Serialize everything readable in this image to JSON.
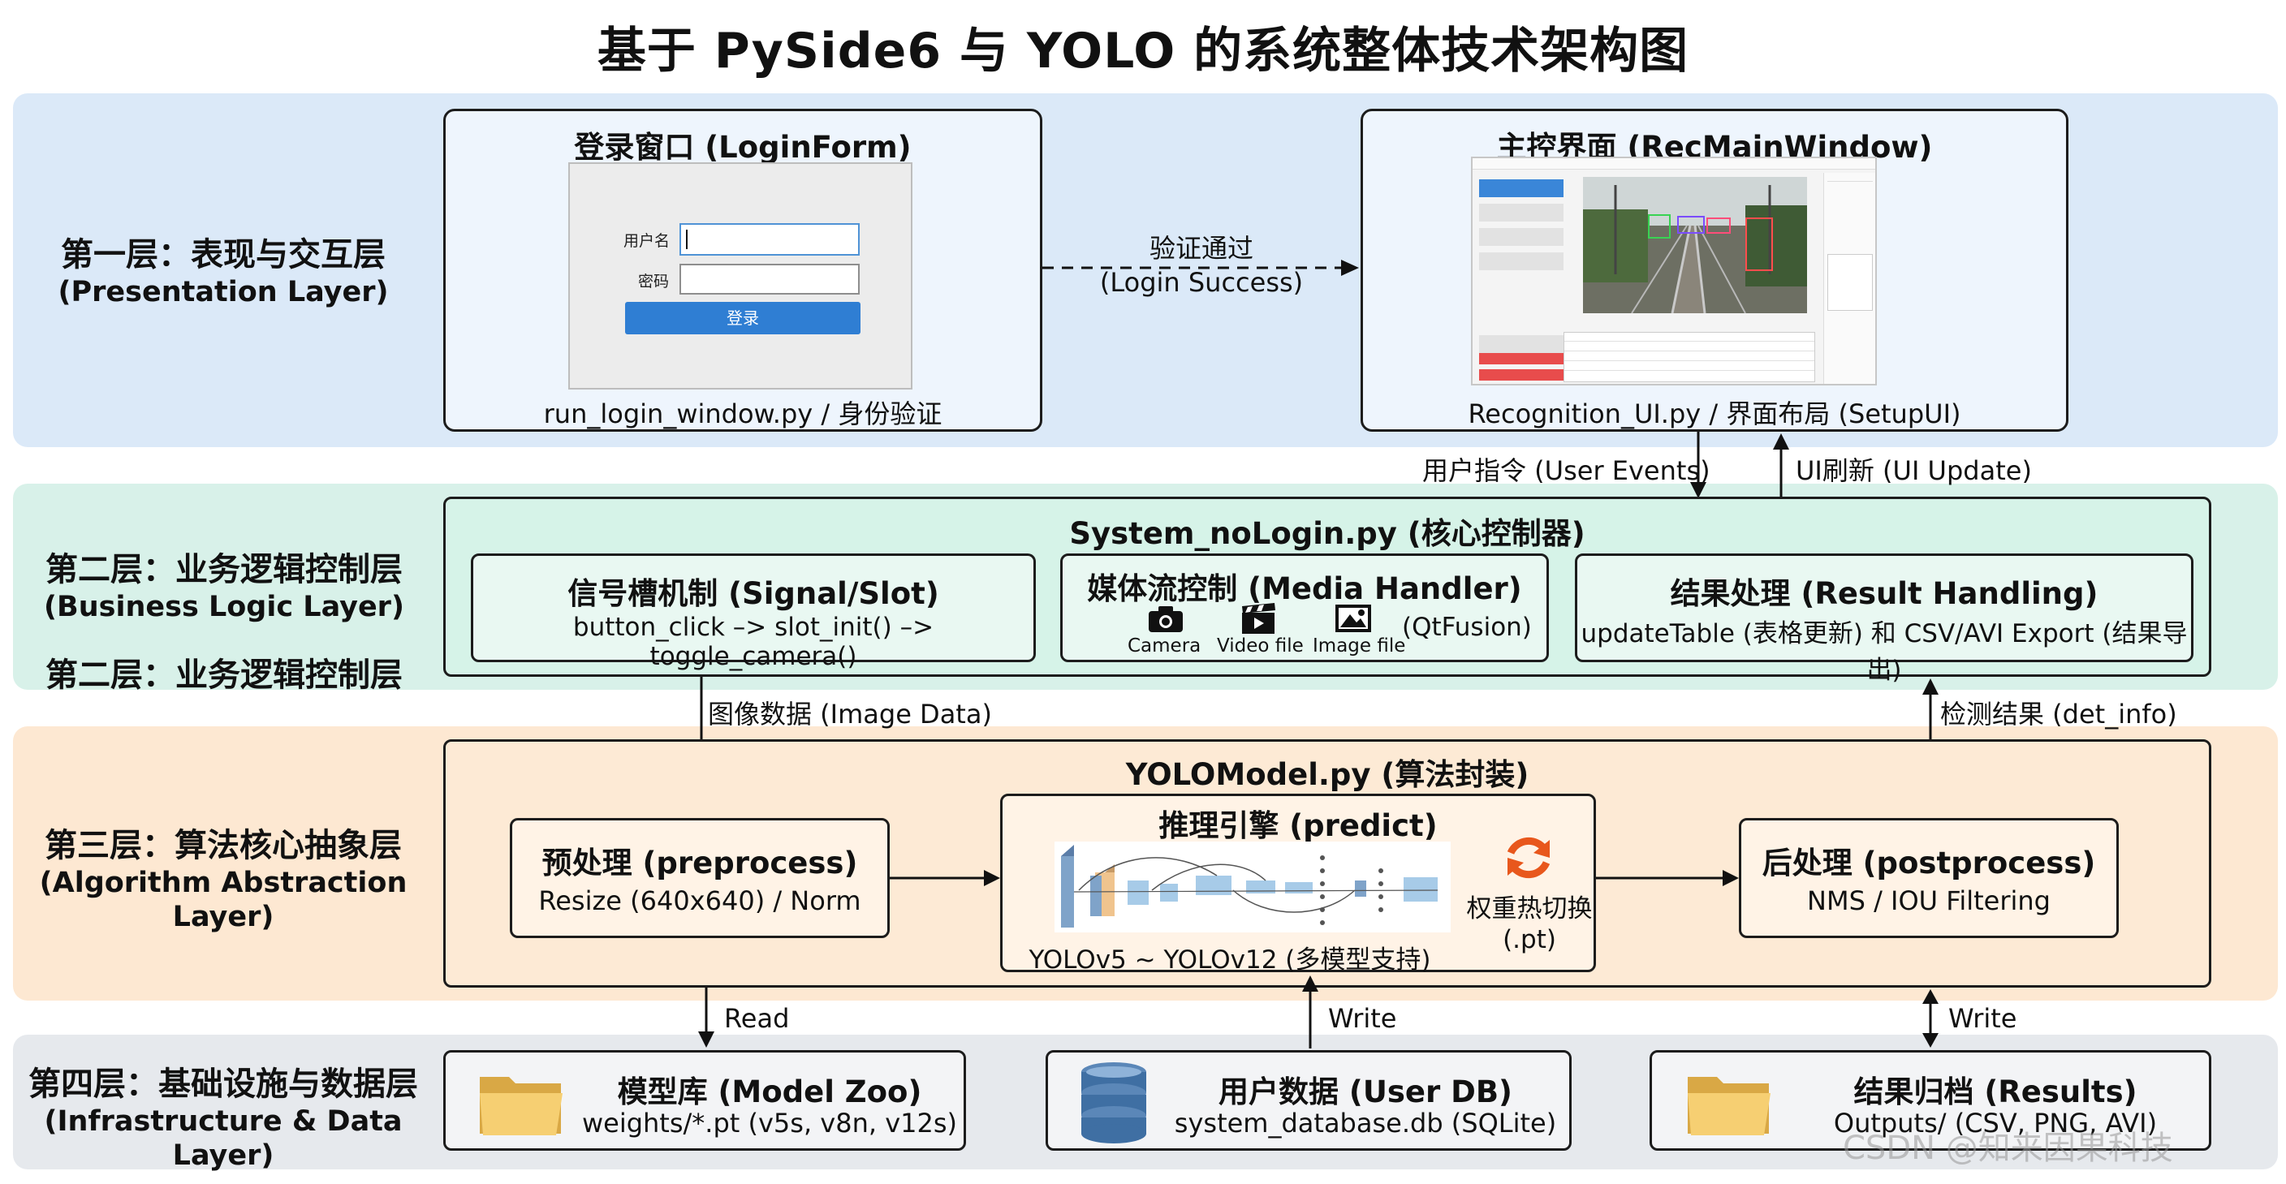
{
  "title": "基于 PySide6 与 YOLO 的系统整体技术架构图",
  "layers": {
    "presentation": {
      "zh": "第一层：表现与交互层",
      "en": "(Presentation Layer)"
    },
    "business": {
      "zh": "第二层：业务逻辑控制层",
      "en": "(Business Logic Layer)",
      "repeat": "第二层：业务逻辑控制层"
    },
    "algorithm": {
      "zh": "第三层：算法核心抽象层",
      "en": "(Algorithm Abstraction Layer)"
    },
    "infrastructure": {
      "zh": "第四层：基础设施与数据层",
      "en": "(Infrastructure & Data Layer)"
    }
  },
  "login": {
    "title": "登录窗口 (LoginForm)",
    "username_label": "用户名",
    "password_label": "密码",
    "button": "登录",
    "caption": "run_login_window.py / 身份验证"
  },
  "login_arrow": {
    "zh": "验证通过",
    "en": "(Login Success)"
  },
  "main_window": {
    "title": "主控界面 (RecMainWindow)",
    "caption": "Recognition_UI.py / 界面布局 (SetupUI)"
  },
  "events": {
    "down": "用户指令 (User Events)",
    "up": "UI刷新 (UI Update)"
  },
  "controller": {
    "title": "System_noLogin.py (核心控制器)",
    "signal": {
      "title": "信号槽机制 (Signal/Slot)",
      "sub": "button_click –> slot_init() –> toggle_camera()"
    },
    "media": {
      "title": "媒体流控制 (Media Handler)",
      "camera": "Camera",
      "video": "Video file",
      "image": "Image file",
      "suffix": "(QtFusion)"
    },
    "result": {
      "title": "结果处理 (Result Handling)",
      "sub": "updateTable (表格更新) 和 CSV/AVI Export (结果导出)"
    }
  },
  "image_data": "图像数据 (Image Data)",
  "det_info": "检测结果 (det_info)",
  "yolo": {
    "title": "YOLOModel.py (算法封装)",
    "pre": {
      "title": "预处理 (preprocess)",
      "sub": "Resize (640x640) / Norm"
    },
    "predict": {
      "title": "推理引擎 (predict)",
      "caption": "YOLOv5 ~ YOLOv12 (多模型支持)",
      "swap": "权重热切换",
      "swap_ext": "(.pt)"
    },
    "post": {
      "title": "后处理 (postprocess)",
      "sub": "NMS / IOU Filtering"
    }
  },
  "io": {
    "read": "Read",
    "write1": "Write",
    "write2": "Write"
  },
  "infra": {
    "model": {
      "title": "模型库 (Model Zoo)",
      "sub": "weights/*.pt (v5s, v8n, v12s)"
    },
    "user": {
      "title": "用户数据 (User DB)",
      "sub": "system_database.db (SQLite)"
    },
    "results": {
      "title": "结果归档 (Results)",
      "sub": "Outputs/ (CSV, PNG, AVI)"
    }
  },
  "watermark": "CSDN @知来因果科技",
  "colors": {
    "layer1": "#dbe9f8",
    "layer2": "#d8f1e9",
    "layer3": "#fde8d2",
    "layer4": "#e6e9ed",
    "button_blue": "#2f7ed3",
    "swap_orange": "#e8571c"
  }
}
